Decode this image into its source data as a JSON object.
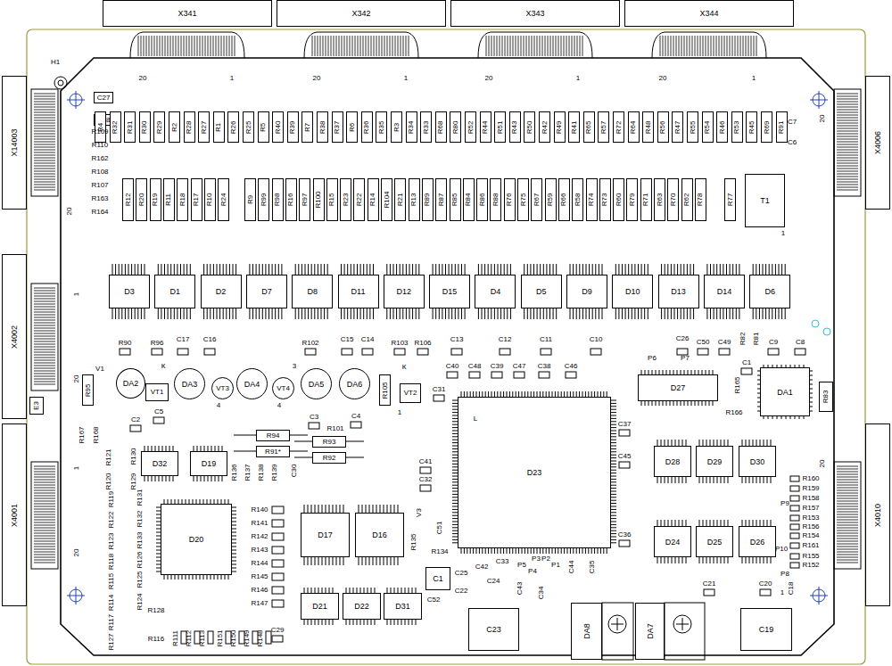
{
  "diagram": {
    "nodes": [
      {
        "text": [
          "X341"
        ]
      },
      {
        "text": [
          "X342"
        ]
      },
      {
        "text": [
          "X343"
        ]
      },
      {
        "text": [
          "X344"
        ]
      },
      {
        "text": [
          "X14003"
        ]
      },
      {
        "text": [
          "X4002"
        ]
      },
      {
        "text": [
          "X4001"
        ]
      },
      {
        "text": [
          "X4006"
        ]
      },
      {
        "text": [
          "X4010"
        ]
      },
      {
        "text": [
          "E3"
        ]
      },
      {
        "text": [
          "C27"
        ]
      },
      {
        "text": [
          "C28"
        ]
      },
      {
        "text": [
          "R4"
        ]
      },
      {
        "text": [
          "R32"
        ]
      },
      {
        "text": [
          "R31"
        ]
      },
      {
        "text": [
          "R30"
        ]
      },
      {
        "text": [
          "R29"
        ]
      },
      {
        "text": [
          "R2"
        ]
      },
      {
        "text": [
          "R28"
        ]
      },
      {
        "text": [
          "R27"
        ]
      },
      {
        "text": [
          "R1"
        ]
      },
      {
        "text": [
          "R26"
        ]
      },
      {
        "text": [
          "R25"
        ]
      },
      {
        "text": [
          "R5"
        ]
      },
      {
        "text": [
          "R40"
        ]
      },
      {
        "text": [
          "R39"
        ]
      },
      {
        "text": [
          "R7"
        ]
      },
      {
        "text": [
          "R38"
        ]
      },
      {
        "text": [
          "R37"
        ]
      },
      {
        "text": [
          "R6"
        ]
      },
      {
        "text": [
          "R36"
        ]
      },
      {
        "text": [
          "R35"
        ]
      },
      {
        "text": [
          "R3"
        ]
      },
      {
        "text": [
          "R34"
        ]
      },
      {
        "text": [
          "R33"
        ]
      },
      {
        "text": [
          "R68"
        ]
      },
      {
        "text": [
          "R80"
        ]
      },
      {
        "text": [
          "R52"
        ]
      },
      {
        "text": [
          "R44"
        ]
      },
      {
        "text": [
          "R51"
        ]
      },
      {
        "text": [
          "R43"
        ]
      },
      {
        "text": [
          "R50"
        ]
      },
      {
        "text": [
          "R42"
        ]
      },
      {
        "text": [
          "R49"
        ]
      },
      {
        "text": [
          "R41"
        ]
      },
      {
        "text": [
          "R65"
        ]
      },
      {
        "text": [
          "R57"
        ]
      },
      {
        "text": [
          "R72"
        ]
      },
      {
        "text": [
          "R64"
        ]
      },
      {
        "text": [
          "R48"
        ]
      },
      {
        "text": [
          "R56"
        ]
      },
      {
        "text": [
          "R47"
        ]
      },
      {
        "text": [
          "R55"
        ]
      },
      {
        "text": [
          "R54"
        ]
      },
      {
        "text": [
          "R46"
        ]
      },
      {
        "text": [
          "R53"
        ]
      },
      {
        "text": [
          "R45"
        ]
      },
      {
        "text": [
          "R69"
        ]
      },
      {
        "text": [
          "R91"
        ]
      },
      {
        "text": [
          "R12"
        ]
      },
      {
        "text": [
          "R20"
        ]
      },
      {
        "text": [
          "R19"
        ]
      },
      {
        "text": [
          "R11"
        ]
      },
      {
        "text": [
          "R18"
        ]
      },
      {
        "text": [
          "R17"
        ]
      },
      {
        "text": [
          "R10"
        ]
      },
      {
        "text": [
          "R24"
        ]
      },
      {
        "text": [
          "R9"
        ]
      },
      {
        "text": [
          "R99"
        ]
      },
      {
        "text": [
          "R98"
        ]
      },
      {
        "text": [
          "R16"
        ]
      },
      {
        "text": [
          "R97"
        ]
      },
      {
        "text": [
          "R100"
        ]
      },
      {
        "text": [
          "R15"
        ]
      },
      {
        "text": [
          "R23"
        ]
      },
      {
        "text": [
          "R22"
        ]
      },
      {
        "text": [
          "R14"
        ]
      },
      {
        "text": [
          "R104"
        ]
      },
      {
        "text": [
          "R21"
        ]
      },
      {
        "text": [
          "R13"
        ]
      },
      {
        "text": [
          "R89"
        ]
      },
      {
        "text": [
          "R87"
        ]
      },
      {
        "text": [
          "R85"
        ]
      },
      {
        "text": [
          "R84"
        ]
      },
      {
        "text": [
          "R86"
        ]
      },
      {
        "text": [
          "R88"
        ]
      },
      {
        "text": [
          "R76"
        ]
      },
      {
        "text": [
          "R75"
        ]
      },
      {
        "text": [
          "R67"
        ]
      },
      {
        "text": [
          "R59"
        ]
      },
      {
        "text": [
          "R66"
        ]
      },
      {
        "text": [
          "R58"
        ]
      },
      {
        "text": [
          "R74"
        ]
      },
      {
        "text": [
          "R73"
        ]
      },
      {
        "text": [
          "R60"
        ]
      },
      {
        "text": [
          "R79"
        ]
      },
      {
        "text": [
          "R71"
        ]
      },
      {
        "text": [
          "R63"
        ]
      },
      {
        "text": [
          "R70"
        ]
      },
      {
        "text": [
          "R62"
        ]
      },
      {
        "text": [
          "R78"
        ]
      },
      {
        "text": [
          "R77"
        ]
      },
      {
        "text": [
          "T1"
        ]
      },
      {
        "text": [
          "D3"
        ]
      },
      {
        "text": [
          "D1"
        ]
      },
      {
        "text": [
          "D2"
        ]
      },
      {
        "text": [
          "D7"
        ]
      },
      {
        "text": [
          "D8"
        ]
      },
      {
        "text": [
          "D11"
        ]
      },
      {
        "text": [
          "D12"
        ]
      },
      {
        "text": [
          "D15"
        ]
      },
      {
        "text": [
          "D4"
        ]
      },
      {
        "text": [
          "D5"
        ]
      },
      {
        "text": [
          "D9"
        ]
      },
      {
        "text": [
          "D10"
        ]
      },
      {
        "text": [
          "D13"
        ]
      },
      {
        "text": [
          "D14"
        ]
      },
      {
        "text": [
          "D6"
        ]
      },
      {
        "text": [
          "D27"
        ]
      },
      {
        "text": [
          "DA1"
        ]
      },
      {
        "text": [
          "R83"
        ]
      },
      {
        "text": [
          "R95"
        ]
      },
      {
        "text": [
          "DA2"
        ]
      },
      {
        "text": [
          "VT1"
        ]
      },
      {
        "text": [
          "DA3"
        ]
      },
      {
        "text": [
          "VT3"
        ]
      },
      {
        "text": [
          "DA4"
        ]
      },
      {
        "text": [
          "VT4"
        ]
      },
      {
        "text": [
          "DA5"
        ]
      },
      {
        "text": [
          "DA6"
        ]
      },
      {
        "text": [
          "R105"
        ]
      },
      {
        "text": [
          "VT2"
        ]
      },
      {
        "text": [
          "R94"
        ]
      },
      {
        "text": [
          "R91*"
        ]
      },
      {
        "text": [
          "R93"
        ]
      },
      {
        "text": [
          "R92"
        ]
      },
      {
        "text": [
          "D32"
        ]
      },
      {
        "text": [
          "D19"
        ]
      },
      {
        "text": [
          "D20"
        ]
      },
      {
        "text": [
          "D17"
        ]
      },
      {
        "text": [
          "D16"
        ]
      },
      {
        "text": [
          "D21"
        ]
      },
      {
        "text": [
          "D22"
        ]
      },
      {
        "text": [
          "D31"
        ]
      },
      {
        "text": [
          "C1"
        ]
      },
      {
        "text": [
          "D23"
        ]
      },
      {
        "text": [
          "D28"
        ]
      },
      {
        "text": [
          "D29"
        ]
      },
      {
        "text": [
          "D30"
        ]
      },
      {
        "text": [
          "D24"
        ]
      },
      {
        "text": [
          "D25"
        ]
      },
      {
        "text": [
          "D26"
        ]
      },
      {
        "text": [
          "C23"
        ]
      },
      {
        "text": [
          "DA8"
        ]
      },
      {
        "text": [
          "DA7"
        ]
      },
      {
        "text": [
          "C19"
        ]
      }
    ],
    "labels": [
      "H1",
      "20",
      "1",
      "20",
      "1",
      "20",
      "1",
      "20",
      "1",
      "R109",
      "R110",
      "R162",
      "R108",
      "R107",
      "R163",
      "R164",
      "20",
      "C7",
      "C6",
      "1",
      "20",
      "1",
      "20",
      "1",
      "20",
      "20",
      "1",
      "R90",
      "R96",
      "C17",
      "C16",
      "R102",
      "C15",
      "C14",
      "R103",
      "R106",
      "C13",
      "C12",
      "C11",
      "C10",
      "C26",
      "C50",
      "C49",
      "R82",
      "R81",
      "C9",
      "C8",
      "P6",
      "P7",
      "C1",
      "R165",
      "R166",
      "C40",
      "C48",
      "C39",
      "C47",
      "C38",
      "C46",
      "C31",
      "V1",
      "К",
      "3",
      "4",
      "4",
      "К",
      "1",
      "C5",
      "C2",
      "C3",
      "C4",
      "R101",
      "C30",
      "R167",
      "R168",
      "R121",
      "R130",
      "R120",
      "R129",
      "R136",
      "R137",
      "R138",
      "R139",
      "R119",
      "R122",
      "R123",
      "R118",
      "R115",
      "R114",
      "R117",
      "R127",
      "R131",
      "R132",
      "R133",
      "R126",
      "R125",
      "R124",
      "R128",
      "R116",
      "R140",
      "R141",
      "R142",
      "R143",
      "R144",
      "R145",
      "R146",
      "R147",
      "R111",
      "R112",
      "R113",
      "R151",
      "R150",
      "R149",
      "R148",
      "C29",
      "R135",
      "V3",
      "C51",
      "R134",
      "C41",
      "C32",
      "C25",
      "C22",
      "C52",
      "C42",
      "C24",
      "C33",
      "C43",
      "C34",
      "P5",
      "P4",
      "P3",
      "P2",
      "P1",
      "C44",
      "C35",
      "L",
      "C37",
      "C45",
      "C36",
      "C21",
      "C20",
      "C18",
      "R160",
      "R159",
      "R158",
      "R157",
      "R153",
      "R156",
      "R154",
      "R161",
      "R155",
      "R152",
      "P9",
      "P10",
      "P8"
    ]
  }
}
